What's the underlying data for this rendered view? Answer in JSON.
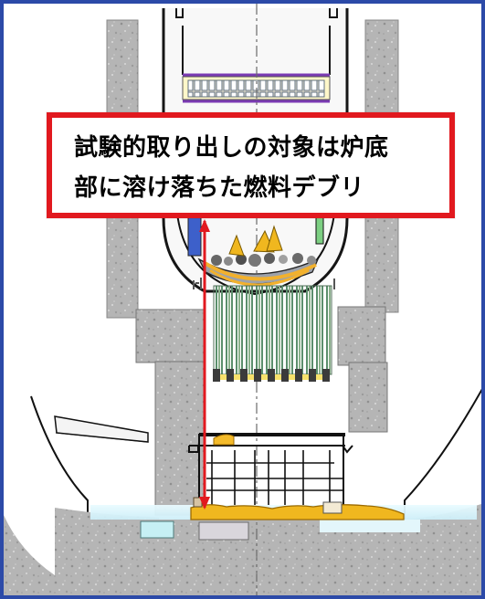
{
  "callout": {
    "line1": "試験的取り出しの対象は炉底",
    "line2": "部に溶け落ちた燃料デブリ"
  },
  "icons": {
    "arrow": "vertical-arrow-icon",
    "frame": "diagram-frame"
  },
  "colors": {
    "frame_border": "#2c4aa8",
    "callout_border": "#e1191f",
    "concrete": "#b9b9b9",
    "water": "#d6f3fb",
    "debris": "#f1b41e",
    "arrow": "#e1191f"
  }
}
